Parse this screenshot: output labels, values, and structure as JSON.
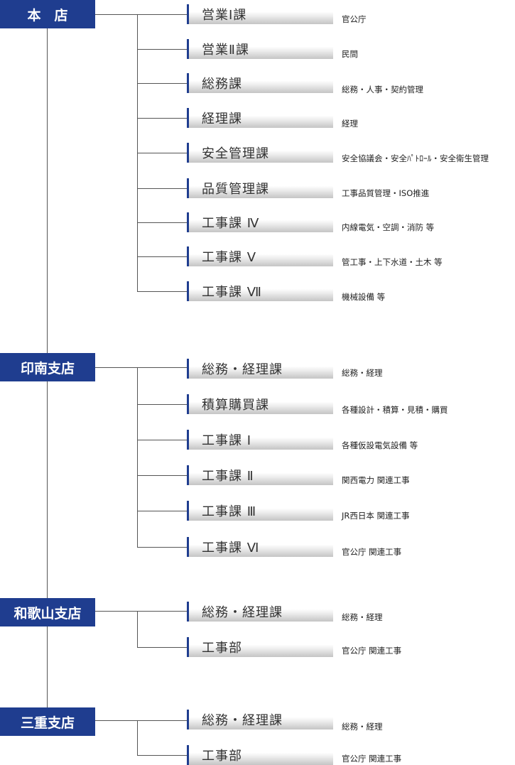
{
  "branches": [
    {
      "name": "本　店",
      "departments": [
        {
          "name": "営業Ⅰ課",
          "desc": "官公庁"
        },
        {
          "name": "営業Ⅱ課",
          "desc": "民間"
        },
        {
          "name": "総務課",
          "desc": "総務・人事・契約管理"
        },
        {
          "name": "経理課",
          "desc": "経理"
        },
        {
          "name": "安全管理課",
          "desc": "安全協議会・安全ﾊﾟﾄﾛｰﾙ・安全衛生管理"
        },
        {
          "name": "品質管理課",
          "desc": "工事品質管理・ISO推進"
        },
        {
          "name": "工事課 Ⅳ",
          "desc": "内線電気・空調・消防 等"
        },
        {
          "name": "工事課 Ⅴ",
          "desc": "管工事・上下水道・土木 等"
        },
        {
          "name": "工事課 Ⅶ",
          "desc": "機械設備 等"
        }
      ]
    },
    {
      "name": "印南支店",
      "departments": [
        {
          "name": "総務・経理課",
          "desc": "総務・経理"
        },
        {
          "name": "積算購買課",
          "desc": "各種設計・積算・見積・購買"
        },
        {
          "name": "工事課 Ⅰ",
          "desc": "各種仮設電気設備 等"
        },
        {
          "name": "工事課 Ⅱ",
          "desc": "関西電力 関連工事"
        },
        {
          "name": "工事課 Ⅲ",
          "desc": "JR西日本 関連工事"
        },
        {
          "name": "工事課 Ⅵ",
          "desc": "官公庁 関連工事"
        }
      ]
    },
    {
      "name": "和歌山支店",
      "departments": [
        {
          "name": "総務・経理課",
          "desc": "総務・経理"
        },
        {
          "name": "工事部",
          "desc": "官公庁 関連工事"
        }
      ]
    },
    {
      "name": "三重支店",
      "departments": [
        {
          "name": "総務・経理課",
          "desc": "総務・経理"
        },
        {
          "name": "工事部",
          "desc": "官公庁 関連工事"
        }
      ]
    }
  ],
  "colors": {
    "accent": "#1f3d8f",
    "line": "#555555"
  }
}
